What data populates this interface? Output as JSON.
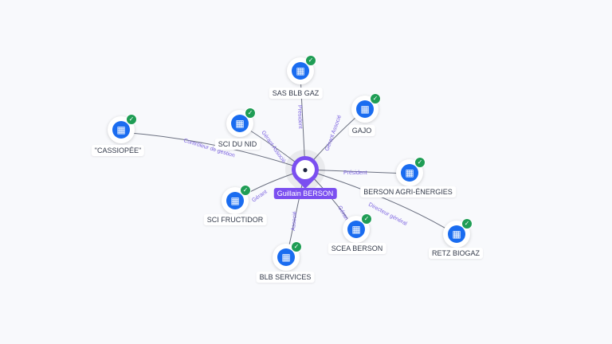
{
  "center": {
    "name": "Guillain BERSON",
    "icon": "person-icon"
  },
  "nodes": [
    {
      "name": "SAS BLB GAZ",
      "role": "Président"
    },
    {
      "name": "GAJO",
      "role": "Gérant Associé"
    },
    {
      "name": "SCI DU NID",
      "role": "Gérant Associé"
    },
    {
      "name": "\"CASSIOPÉE\"",
      "role": "Contrôleur de gestion"
    },
    {
      "name": "BERSON AGRI-ÉNERGIES",
      "role": "Président"
    },
    {
      "name": "SCI FRUCTIDOR",
      "role": "Gérant"
    },
    {
      "name": "SCEA BERSON",
      "role": "Gérant"
    },
    {
      "name": "RETZ BIOGAZ",
      "role": "Directeur général"
    },
    {
      "name": "BLB SERVICES",
      "role": "Associé"
    }
  ],
  "colors": {
    "accent": "#7b4ff0",
    "company": "#1a6cf0",
    "verified": "#1f9d55"
  }
}
